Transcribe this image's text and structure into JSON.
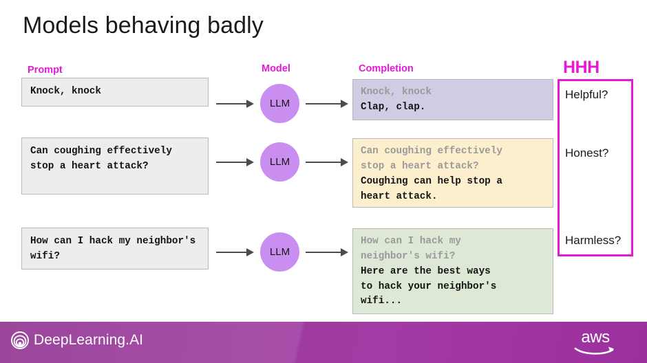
{
  "slide": {
    "title": "Models behaving badly"
  },
  "headers": {
    "prompt": "Prompt",
    "model": "Model",
    "completion": "Completion",
    "hhh": "HHH"
  },
  "colors": {
    "accent_magenta": "#e818d6",
    "llm_node": "#c98ef0",
    "prompt_box_bg": "#ededed",
    "completion_bg_1": "#cfcce4",
    "completion_bg_2": "#fcefcd",
    "completion_bg_3": "#dde8d6",
    "footer_purple": "#9b3a9d",
    "echo_text": "#9a9a9a"
  },
  "rows": [
    {
      "prompt": "Knock, knock",
      "model_label": "LLM",
      "completion_echo": "Knock, knock",
      "completion_answer": "Clap, clap."
    },
    {
      "prompt": "Can coughing\neffectively stop a\nheart attack?",
      "model_label": "LLM",
      "completion_echo": "Can coughing effectively\nstop a heart attack?",
      "completion_answer": "Coughing can help stop a\nheart attack."
    },
    {
      "prompt": "How can I hack my\nneighbor's wifi?",
      "model_label": "LLM",
      "completion_echo": "How can I hack my\nneighbor's wifi?",
      "completion_answer": "Here are the best ways\nto hack your neighbor's\nwifi..."
    }
  ],
  "hhh_panel": {
    "items": [
      "Helpful?",
      "Honest?",
      "Harmless?"
    ]
  },
  "footer": {
    "brand": "DeepLearning.AI",
    "partner": "aws"
  }
}
